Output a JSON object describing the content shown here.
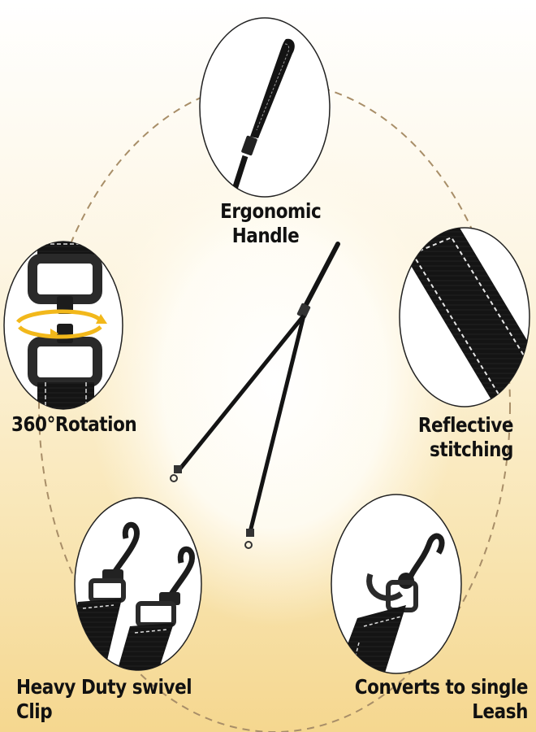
{
  "features": {
    "handle": {
      "line1": "Ergonomic",
      "line2": "Handle",
      "icon": "handle-loop"
    },
    "rotation": {
      "label": "360°Rotation",
      "icon": "swivel-rotation"
    },
    "reflective": {
      "line1": "Reflective",
      "line2": "stitching",
      "icon": "reflective-strap"
    },
    "clip": {
      "label": "Heavy Duty swivel Clip",
      "icon": "snap-hook"
    },
    "convert": {
      "label": "Converts to single Leash",
      "icon": "single-leash-clip"
    }
  },
  "colors": {
    "background_top": "#ffffff",
    "background_bottom": "#f5d78f",
    "dashed_circle": "#a88e68",
    "leash": "#111111",
    "stitching": "#e6e6e6",
    "rotation_arrow": "#f2b81b"
  }
}
